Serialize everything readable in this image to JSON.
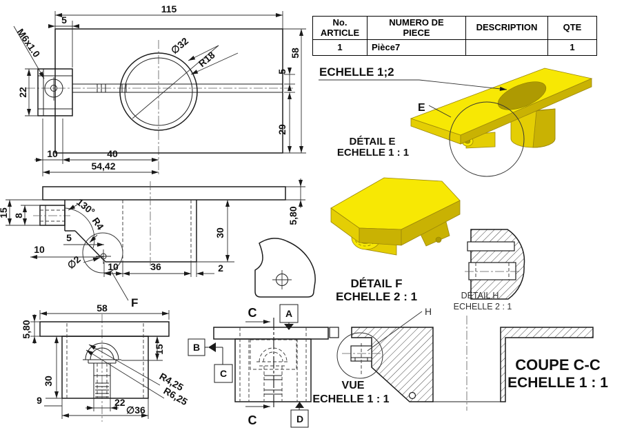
{
  "table": {
    "h_no": "No. ARTICLE",
    "h_piece": "NUMERO DE PIECE",
    "h_desc": "DESCRIPTION",
    "h_qte": "QTE",
    "r_no": "1",
    "r_piece": "Pièce7",
    "r_desc": "",
    "r_qte": "1"
  },
  "labels": {
    "echelle_main": "ECHELLE 1;2",
    "detail_e_1": "DÉTAIL E",
    "detail_e_2": "ECHELLE 1 : 1",
    "detail_f_1": "DÉTAIL F",
    "detail_f_2": "ECHELLE 2 : 1",
    "detail_h_1": "DÉTAIL H",
    "detail_h_2": "ECHELLE 2 : 1",
    "vue_1": "VUE",
    "vue_2": "ECHELLE 1 : 1",
    "coupe_1": "COUPE C-C",
    "coupe_2": "ECHELLE 1 : 1"
  },
  "markers": {
    "e": "E",
    "f": "F",
    "h": "H",
    "c_top": "C",
    "c_bottom": "C"
  },
  "datums": {
    "a": "A",
    "b": "B",
    "c": "C",
    "d": "D"
  },
  "top_view": {
    "d115": "115",
    "d5": "5",
    "m6": "M6x1.0",
    "d22": "22",
    "dia32": "∅32",
    "r18": "R18",
    "d58": "58",
    "d5r": "5",
    "d29": "29",
    "b10": "10",
    "b40": "40",
    "b5442": "54,42"
  },
  "front_view": {
    "h15": "15",
    "h8": "8",
    "a130": "130°",
    "r4": "R4",
    "w5": "5",
    "w10": "10",
    "dia2": "∅2",
    "b10": "10",
    "b36": "36",
    "b2": "2",
    "h30": "30",
    "h580": "5,80"
  },
  "side_view": {
    "w58": "58",
    "h580": "5,80",
    "h15": "15",
    "h30": "30",
    "h9": "9",
    "b22": "22",
    "dia36": "∅36",
    "r425": "R4,25",
    "r625": "R6,25"
  },
  "colors": {
    "part_yellow": "#F7E804",
    "part_yellow_mid": "#E4CE04",
    "part_yellow_dark": "#C9B203",
    "line": "#1b1b1b"
  }
}
